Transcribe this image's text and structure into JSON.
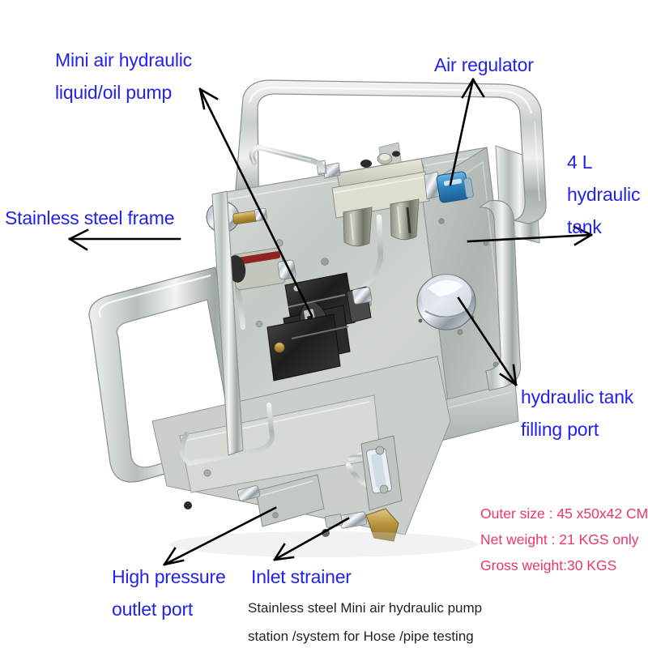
{
  "image": {
    "type": "annotated-product-photo",
    "subject": "Stainless steel mini air hydraulic pump station",
    "background_color": "#ffffff",
    "annotation_color": "#2222ee",
    "spec_color": "#e8386a",
    "caption_color": "#222222"
  },
  "annotations": [
    {
      "id": "mini-pump",
      "line1": "Mini air hydraulic",
      "line2": "liquid/oil pump"
    },
    {
      "id": "air-regulator",
      "line1": "Air regulator",
      "line2": ""
    },
    {
      "id": "hydraulic-tank",
      "line1": "4 L",
      "line2": "hydraulic",
      "line3": "tank"
    },
    {
      "id": "steel-frame",
      "line1": "Stainless steel frame",
      "line2": ""
    },
    {
      "id": "filling-port",
      "line1": "hydraulic tank",
      "line2": "filling port"
    },
    {
      "id": "outlet-port",
      "line1": "High pressure",
      "line2": "outlet port"
    },
    {
      "id": "inlet-strainer",
      "line1": "Inlet strainer",
      "line2": ""
    }
  ],
  "specs": {
    "outer_size": "Outer size : 45 x50x42 CM",
    "net_weight": "Net weight : 21 KGS only",
    "gross_weight": "Gross weight:30 KGS"
  },
  "caption": {
    "line1": "Stainless steel Mini air hydraulic pump",
    "line2": "station /system for Hose /pipe testing"
  },
  "photo_parts": {
    "frame": "stainless-steel-frame",
    "frl_unit": "air-filter-regulator-lubricator",
    "quick_coupler": "blue-air-quick-coupler",
    "pump_body": "black-air-driven-hydraulic-pump",
    "tank_cap": "chrome-hydraulic-tank-filling-cap",
    "gauge": "pressure-gauge",
    "strainer": "inlet-strainer",
    "outlet": "high-pressure-outlet-port"
  }
}
